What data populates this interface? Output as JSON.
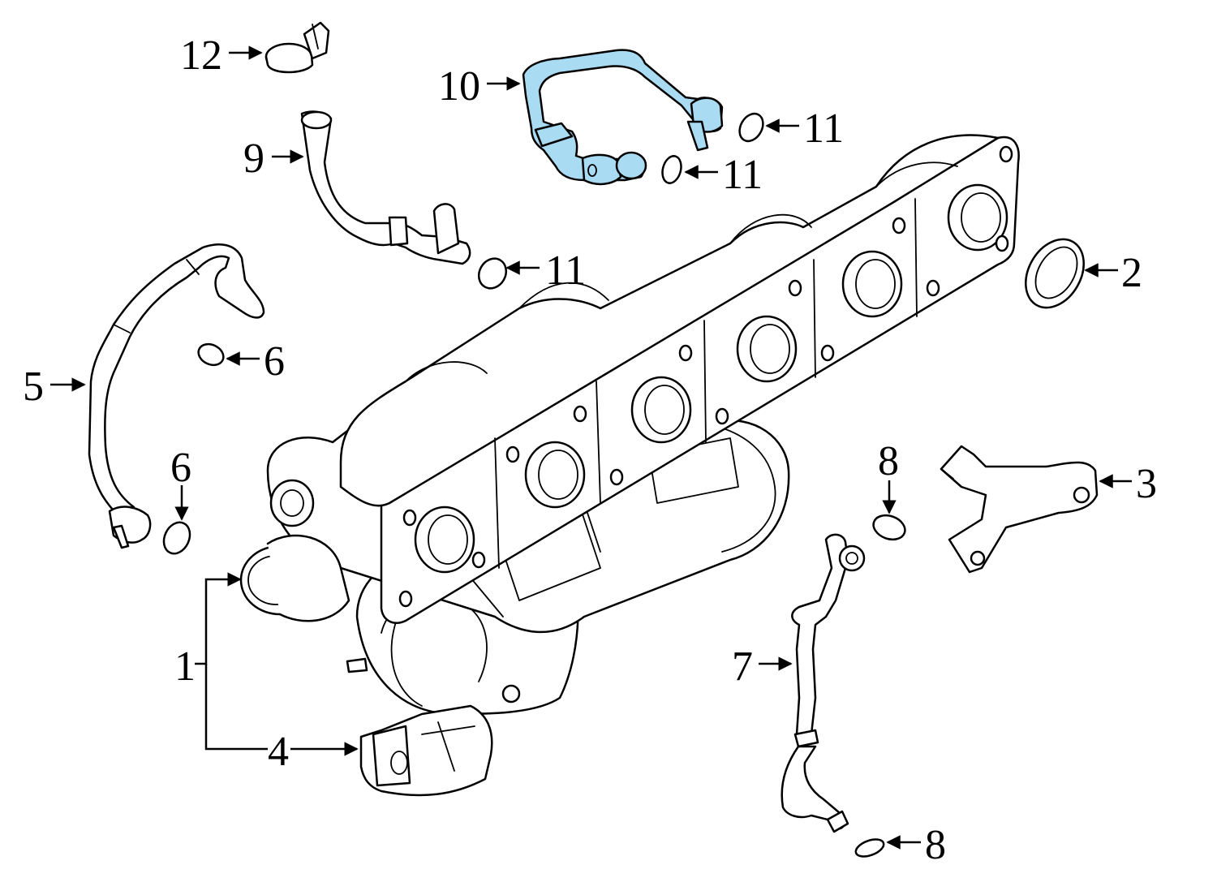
{
  "callouts": {
    "c1": "1",
    "c2": "2",
    "c3": "3",
    "c4": "4",
    "c5": "5",
    "c6a": "6",
    "c6b": "6",
    "c7": "7",
    "c8a": "8",
    "c8b": "8",
    "c9": "9",
    "c10": "10",
    "c11a": "11",
    "c11b": "11",
    "c11c": "11",
    "c12": "12"
  },
  "colors": {
    "highlight": "#a9dcf3",
    "line": "#000000",
    "background": "#ffffff"
  },
  "highlighted_part": "10"
}
